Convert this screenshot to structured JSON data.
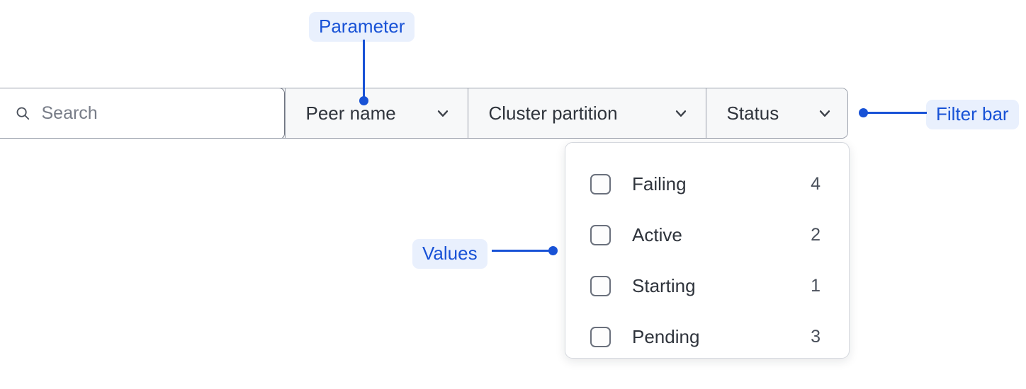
{
  "filter_bar": {
    "search": {
      "icon": "search-icon",
      "placeholder": "Search",
      "value": ""
    },
    "dropdowns": [
      {
        "label": "Peer name",
        "icon": "chevron-down-icon"
      },
      {
        "label": "Cluster partition",
        "icon": "chevron-down-icon"
      },
      {
        "label": "Status",
        "icon": "chevron-down-icon"
      }
    ]
  },
  "values_panel": {
    "open_for": "Status",
    "items": [
      {
        "label": "Failing",
        "count": "4",
        "checked": false
      },
      {
        "label": "Active",
        "count": "2",
        "checked": false
      },
      {
        "label": "Starting",
        "count": "1",
        "checked": false
      },
      {
        "label": "Pending",
        "count": "3",
        "checked": false
      }
    ]
  },
  "annotations": [
    {
      "id": "parameter",
      "label": "Parameter"
    },
    {
      "id": "filter-bar",
      "label": "Filter bar"
    },
    {
      "id": "values",
      "label": "Values"
    }
  ],
  "colors": {
    "annotation_text": "#1852d6",
    "annotation_bg": "#e9f0fd",
    "bar_bg": "#f7f8f9",
    "bar_border": "#9aa0ab",
    "text": "#2f343c",
    "placeholder": "#777c87"
  }
}
